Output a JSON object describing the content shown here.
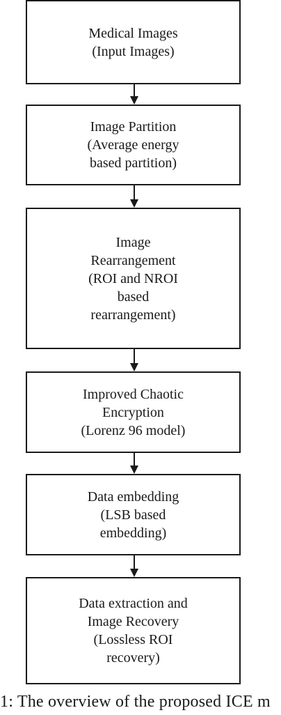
{
  "diagram": {
    "nodes": [
      {
        "id": "medical-images",
        "text": "Medical Images\n(Input Images)"
      },
      {
        "id": "image-partition",
        "text": "Image Partition\n(Average energy\nbased partition)"
      },
      {
        "id": "image-rearrangement",
        "text": "Image\nRearrangement\n(ROI and NROI\nbased\nrearrangement)"
      },
      {
        "id": "improved-chaotic-encryption",
        "text": "Improved Chaotic\nEncryption\n(Lorenz 96 model)"
      },
      {
        "id": "data-embedding",
        "text": "Data embedding\n(LSB based\nembedding)"
      },
      {
        "id": "data-extraction",
        "text": "Data extraction and\nImage Recovery\n(Lossless ROI\nrecovery)"
      }
    ],
    "edges": [
      {
        "from": "medical-images",
        "to": "image-partition"
      },
      {
        "from": "image-partition",
        "to": "image-rearrangement"
      },
      {
        "from": "image-rearrangement",
        "to": "improved-chaotic-encryption"
      },
      {
        "from": "improved-chaotic-encryption",
        "to": "data-embedding"
      },
      {
        "from": "data-embedding",
        "to": "data-extraction"
      }
    ]
  },
  "caption": "1: The overview of the proposed ICE m"
}
